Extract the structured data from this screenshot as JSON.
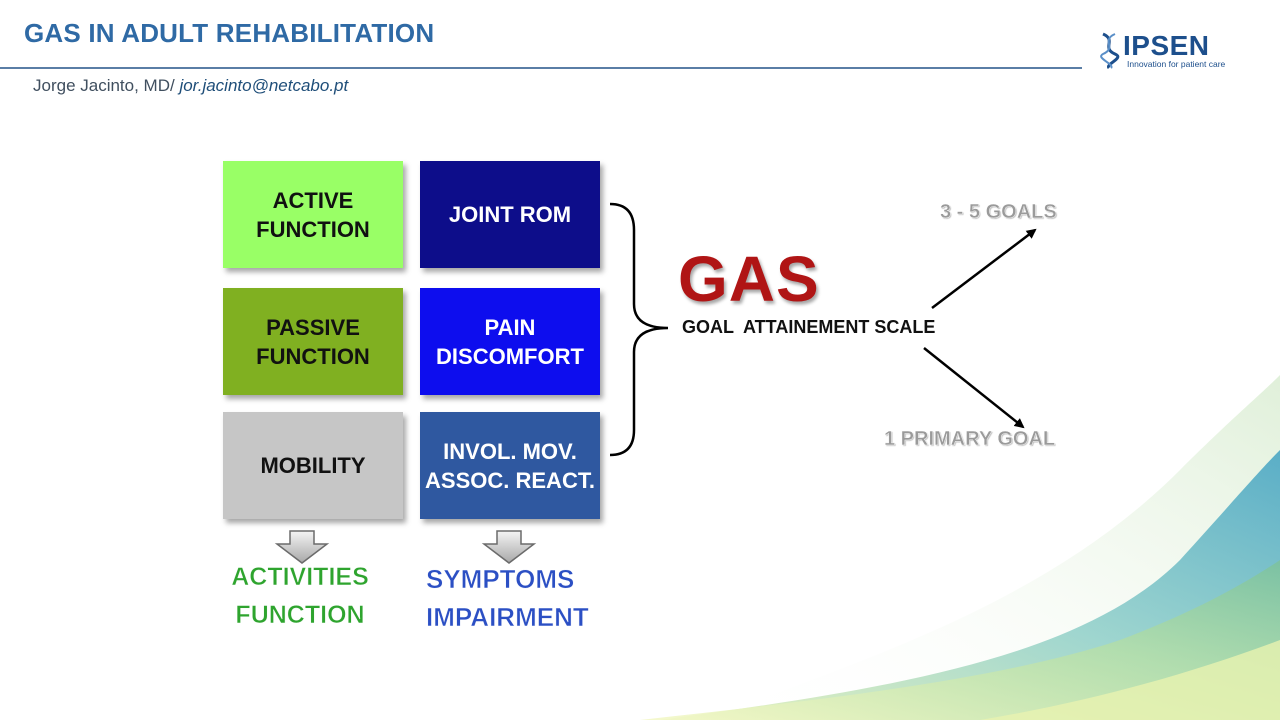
{
  "header": {
    "title": "GAS IN ADULT REHABILITATION",
    "author_prefix": "Jorge Jacinto, MD/ ",
    "author_email": "jor.jacinto@netcabo.pt"
  },
  "logo": {
    "name": "IPSEN",
    "tagline": "Innovation for patient care"
  },
  "left_column": [
    {
      "label": "ACTIVE\nFUNCTION",
      "color": "#99ff66"
    },
    {
      "label": "PASSIVE\nFUNCTION",
      "color": "#80b021"
    },
    {
      "label": "MOBILITY",
      "color": "#c6c6c6"
    }
  ],
  "right_column": [
    {
      "label": "JOINT ROM",
      "color": "#0d0d8a"
    },
    {
      "label": "PAIN\nDISCOMFORT",
      "color": "#0d0dee"
    },
    {
      "label": "INVOL. MOV.\nASSOC. REACT.",
      "color": "#2f58a0"
    }
  ],
  "outcomes": {
    "left": {
      "label": "ACTIVITIES\nFUNCTION",
      "color": "#2ea42e"
    },
    "right": {
      "label": "SYMPTOMS\nIMPAIRMENT",
      "color": "#2b4fc4"
    }
  },
  "gas": {
    "acronym": "GAS",
    "full_name": "GOAL  ATTAINEMENT SCALE"
  },
  "goals": {
    "upper": "3 - 5 GOALS",
    "lower": "1 PRIMARY GOAL"
  }
}
